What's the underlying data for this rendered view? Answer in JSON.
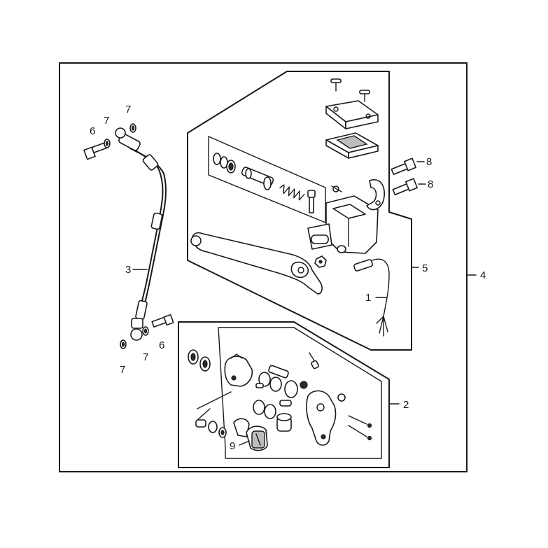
{
  "callouts": {
    "c1": "1",
    "c2": "2",
    "c3": "3",
    "c4": "4",
    "c5": "5",
    "c6a": "6",
    "c6b": "6",
    "c7a": "7",
    "c7b": "7",
    "c7c": "7",
    "c7d": "7",
    "c8a": "8",
    "c8b": "8",
    "c9": "9"
  }
}
